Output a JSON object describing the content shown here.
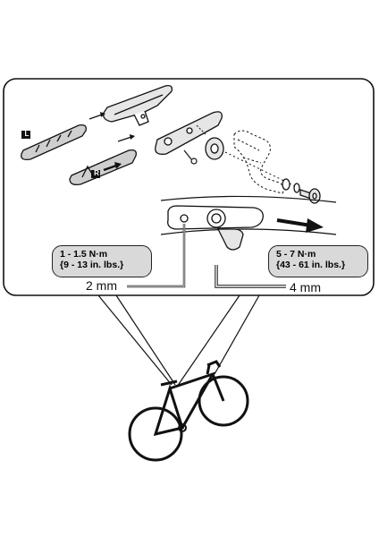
{
  "labels": {
    "left_pad": "L",
    "right_pad": "R"
  },
  "torque": {
    "left": {
      "line1": "1 - 1.5 N·m",
      "line2": "{9 - 13  in. lbs.}"
    },
    "right": {
      "line1": "5 - 7 N·m",
      "line2": "{43 - 61  in. lbs.}"
    }
  },
  "wrenches": {
    "left": "2 mm",
    "right": "4 mm"
  },
  "colors": {
    "stroke": "#111111",
    "pill_fill": "#d9d9d9",
    "pad_fill": "#cfcfcf"
  }
}
